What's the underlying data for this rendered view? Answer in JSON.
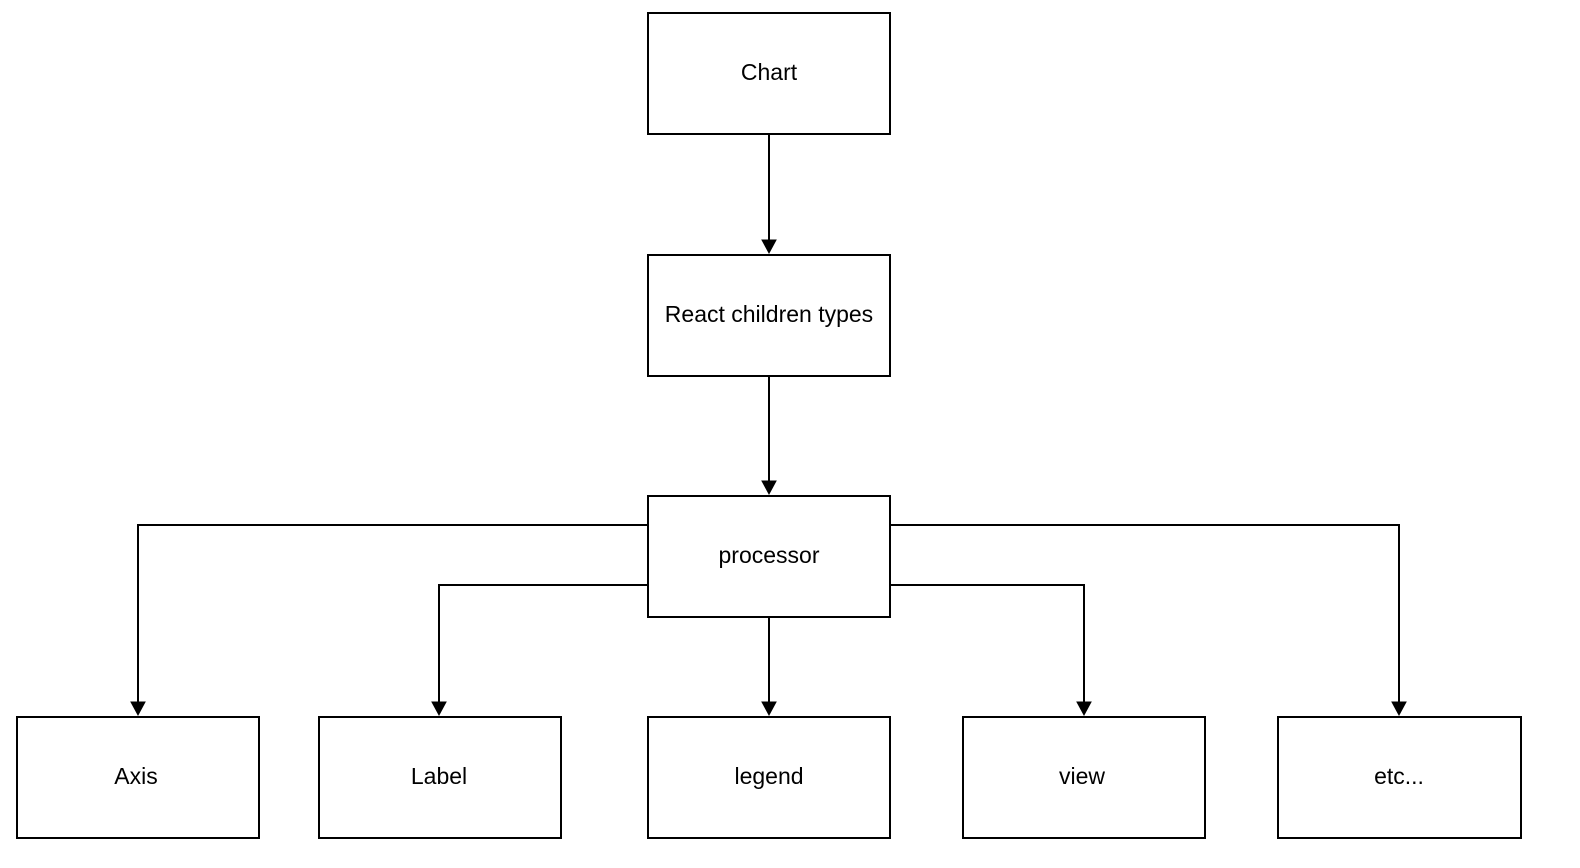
{
  "nodes": {
    "chart": "Chart",
    "react_children_types": "React children types",
    "processor": "processor",
    "axis": "Axis",
    "label": "Label",
    "legend": "legend",
    "view": "view",
    "etc": "etc..."
  },
  "edges": [
    {
      "from": "chart",
      "to": "react_children_types"
    },
    {
      "from": "react_children_types",
      "to": "processor"
    },
    {
      "from": "processor",
      "to": "axis"
    },
    {
      "from": "processor",
      "to": "label"
    },
    {
      "from": "processor",
      "to": "legend"
    },
    {
      "from": "processor",
      "to": "view"
    },
    {
      "from": "processor",
      "to": "etc"
    }
  ]
}
